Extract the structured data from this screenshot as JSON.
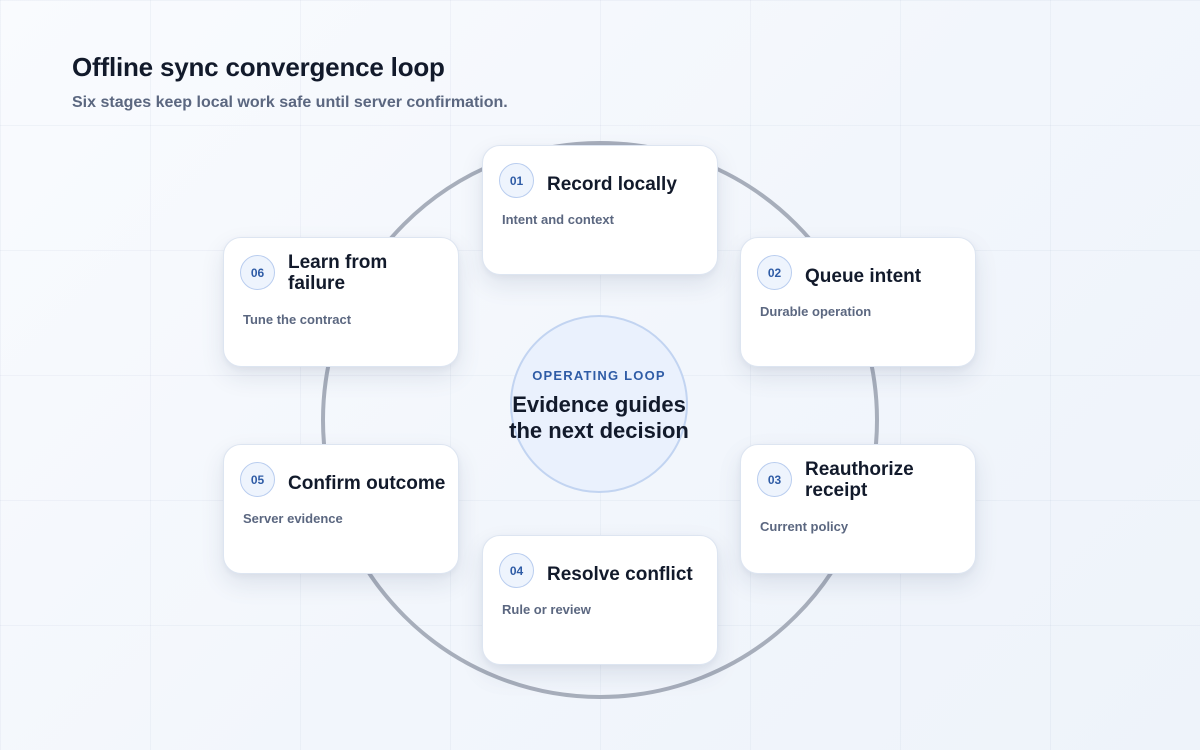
{
  "header": {
    "title": "Offline sync convergence loop",
    "subtitle": "Six stages keep local work safe until server confirmation."
  },
  "hub": {
    "label": "OPERATING LOOP",
    "text": "Evidence guides the next decision"
  },
  "stages": [
    {
      "number": "01",
      "title": "Record locally",
      "description": "Intent and context"
    },
    {
      "number": "02",
      "title": "Queue intent",
      "description": "Durable operation"
    },
    {
      "number": "03",
      "title": "Reauthorize receipt",
      "description": "Current policy"
    },
    {
      "number": "04",
      "title": "Resolve conflict",
      "description": "Rule or review"
    },
    {
      "number": "05",
      "title": "Confirm outcome",
      "description": "Server evidence"
    },
    {
      "number": "06",
      "title": "Learn from failure",
      "description": "Tune the contract"
    }
  ],
  "colors": {
    "accent": "#2f5ca6",
    "ring": "#a7aebb",
    "hub_fill": "#eaf1fd",
    "text_dark": "#121a2b",
    "text_muted": "#5b6780"
  }
}
